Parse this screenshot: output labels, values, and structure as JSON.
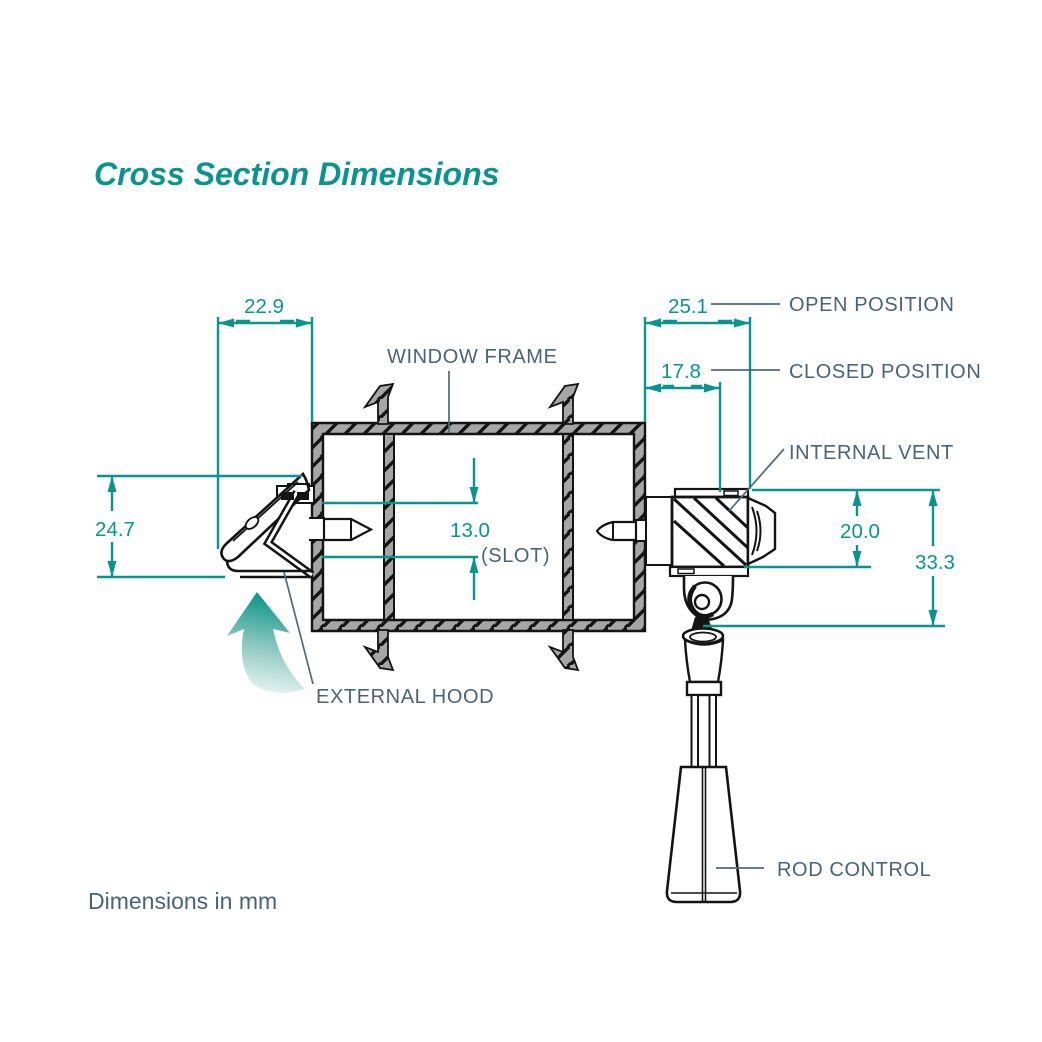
{
  "title": "Cross Section Dimensions",
  "units_note": "Dimensions in mm",
  "colors": {
    "accent_teal": "#0a948d",
    "label_slate": "#4a6375",
    "profile_gray": "#a6a6a6",
    "line_black": "#141414"
  },
  "dimensions": {
    "hood_width": "22.9",
    "open_position": "25.1",
    "closed_position": "17.8",
    "hood_height": "24.7",
    "slot_height": "13.0",
    "slot_note": "(SLOT)",
    "vent_height": "20.0",
    "overall_height": "33.3"
  },
  "labels": {
    "window_frame": "WINDOW FRAME",
    "open_position": "OPEN POSITION",
    "closed_position": "CLOSED POSITION",
    "internal_vent": "INTERNAL VENT",
    "external_hood": "EXTERNAL HOOD",
    "rod_control": "ROD CONTROL"
  }
}
